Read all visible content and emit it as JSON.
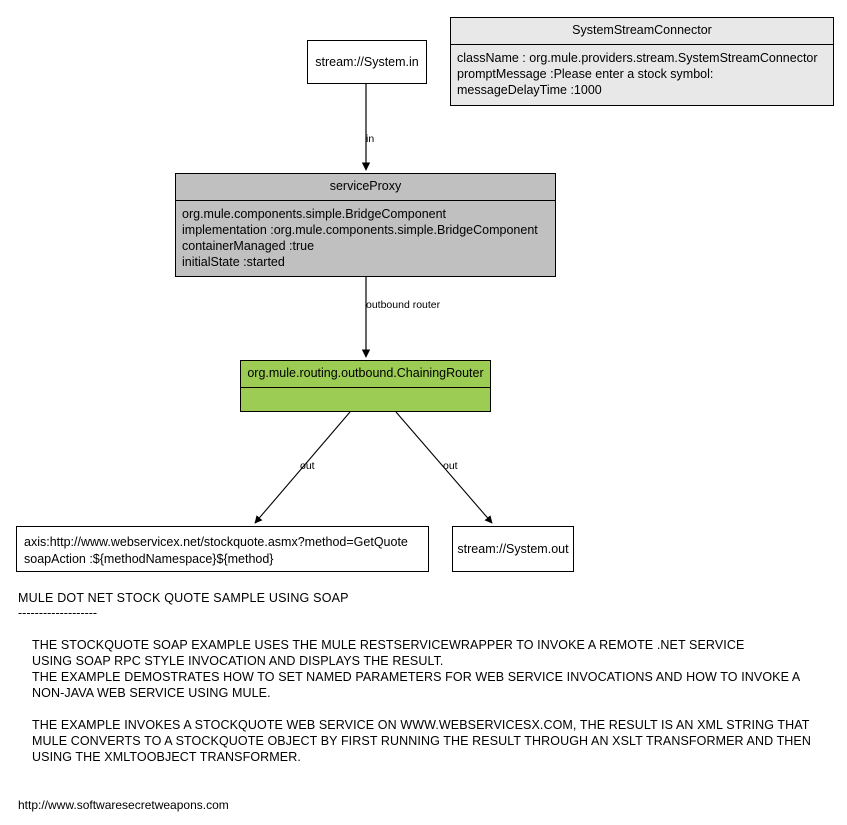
{
  "diagram": {
    "type": "flow",
    "nodes": {
      "system_stream_connector": {
        "title": "SystemStreamConnector",
        "attributes": [
          "className :  org.mule.providers.stream.SystemStreamConnector",
          "promptMessage :Please enter a stock symbol:",
          "messageDelayTime :1000"
        ]
      },
      "system_in": {
        "label": "stream://System.in"
      },
      "service_proxy": {
        "title": "serviceProxy",
        "attributes": [
          "org.mule.components.simple.BridgeComponent",
          "implementation :org.mule.components.simple.BridgeComponent",
          "containerManaged :true",
          "initialState :started"
        ]
      },
      "chaining_router": {
        "title": "org.mule.routing.outbound.ChainingRouter",
        "attributes": []
      },
      "axis_endpoint": {
        "lines": [
          "axis:http://www.webservicex.net/stockquote.asmx?method=GetQuote",
          "soapAction :${methodNamespace}${method}"
        ]
      },
      "system_out": {
        "label": "stream://System.out"
      }
    },
    "edges": [
      {
        "from": "system_in",
        "to": "service_proxy",
        "label": "in"
      },
      {
        "from": "service_proxy",
        "to": "chaining_router",
        "label": "outbound router"
      },
      {
        "from": "chaining_router",
        "to": "axis_endpoint",
        "label": "out"
      },
      {
        "from": "chaining_router",
        "to": "system_out",
        "label": "out"
      }
    ]
  },
  "description": {
    "heading": "MULE DOT NET STOCK QUOTE SAMPLE USING SOAP",
    "rule": "-------------------",
    "paragraph1": [
      "THE STOCKQUOTE SOAP EXAMPLE USES THE MULE RESTSERVICEWRAPPER TO INVOKE A REMOTE .NET SERVICE",
      "USING SOAP RPC STYLE INVOCATION AND DISPLAYS THE RESULT.",
      "THE EXAMPLE DEMOSTRATES HOW TO SET NAMED PARAMETERS FOR WEB SERVICE INVOCATIONS AND HOW TO INVOKE A",
      "NON-JAVA WEB SERVICE USING MULE."
    ],
    "paragraph2": [
      "THE EXAMPLE INVOKES A STOCKQUOTE WEB SERVICE ON WWW.WEBSERVICESX.COM, THE RESULT IS AN XML STRING THAT",
      "MULE CONVERTS TO A STOCKQUOTE OBJECT BY FIRST RUNNING THE RESULT THROUGH AN XSLT TRANSFORMER AND THEN",
      "USING THE XMLTOOBJECT TRANSFORMER."
    ]
  },
  "footer": {
    "url": "http://www.softwaresecretweapons.com"
  },
  "colors": {
    "connector_fill": "#e8e8e8",
    "component_fill": "#c0c0c0",
    "router_fill": "#9ccc54",
    "stroke": "#000000",
    "background": "#ffffff"
  }
}
